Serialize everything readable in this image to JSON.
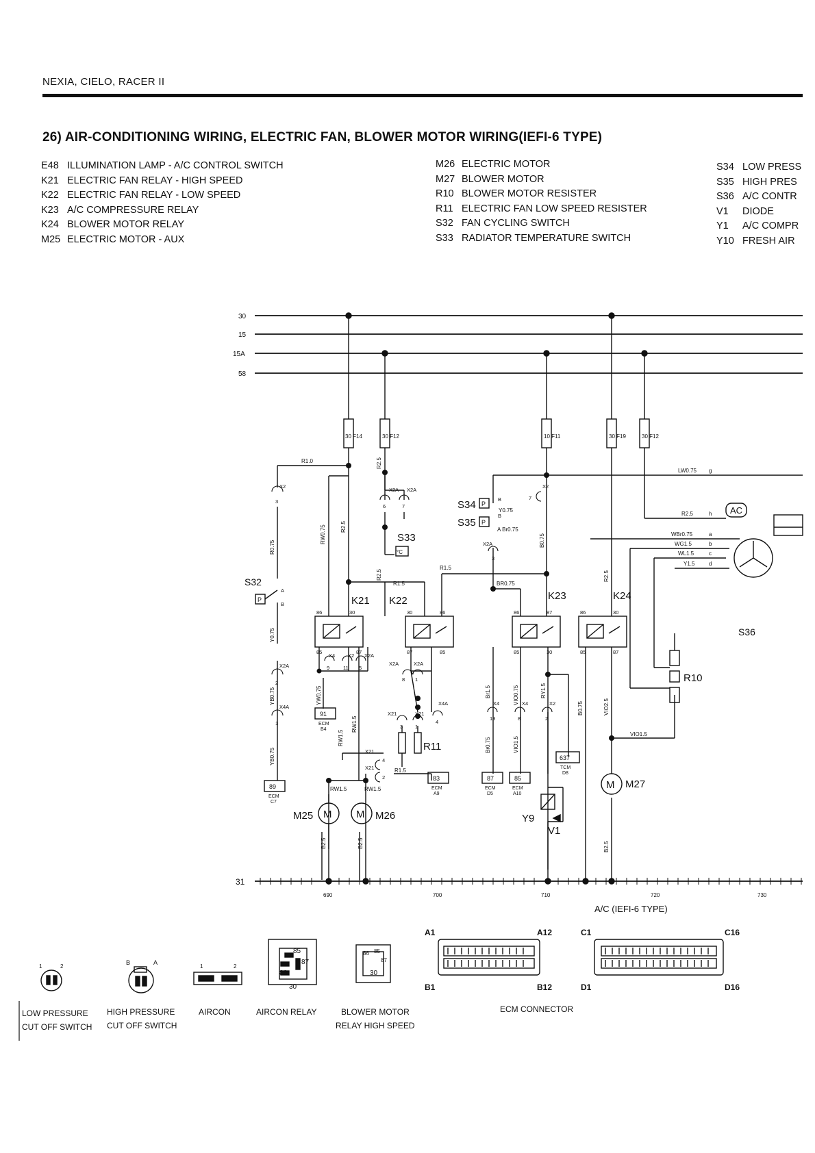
{
  "header": {
    "model": "NEXIA, CIELO, RACER II"
  },
  "title": "26) AIR-CONDITIONING WIRING, ELECTRIC FAN, BLOWER MOTOR WIRING(IEFI-6 TYPE)",
  "legend": {
    "col1": [
      {
        "code": "E48",
        "desc": "ILLUMINATION LAMP - A/C CONTROL SWITCH"
      },
      {
        "code": "K21",
        "desc": "ELECTRIC FAN RELAY - HIGH SPEED"
      },
      {
        "code": "K22",
        "desc": "ELECTRIC FAN RELAY - LOW SPEED"
      },
      {
        "code": "K23",
        "desc": "A/C COMPRESSURE RELAY"
      },
      {
        "code": "K24",
        "desc": "BLOWER MOTOR RELAY"
      },
      {
        "code": "M25",
        "desc": "ELECTRIC MOTOR - AUX"
      }
    ],
    "col2": [
      {
        "code": "M26",
        "desc": "ELECTRIC MOTOR"
      },
      {
        "code": "M27",
        "desc": "BLOWER MOTOR"
      },
      {
        "code": "R10",
        "desc": "BLOWER MOTOR RESISTER"
      },
      {
        "code": "R11",
        "desc": "ELECTRIC FAN LOW SPEED RESISTER"
      },
      {
        "code": "S32",
        "desc": "FAN CYCLING SWITCH"
      },
      {
        "code": "S33",
        "desc": "RADIATOR TEMPERATURE SWITCH"
      }
    ],
    "col3": [
      {
        "code": "S34",
        "desc": "LOW PRESS"
      },
      {
        "code": "S35",
        "desc": "HIGH PRES"
      },
      {
        "code": "S36",
        "desc": "A/C CONTR"
      },
      {
        "code": "V1",
        "desc": "DIODE"
      },
      {
        "code": "Y1",
        "desc": "A/C COMPR"
      },
      {
        "code": "Y10",
        "desc": "FRESH AIR"
      }
    ]
  },
  "buses": {
    "b30": "30",
    "b15": "15",
    "b15a": "15A",
    "b58": "58",
    "b31": "31"
  },
  "fuses": {
    "f14": "30 F14",
    "f12a": "30 F12",
    "f11": "10 F11",
    "f19": "30 F19",
    "f12b": "30 F12"
  },
  "components": {
    "k21": "K21",
    "k22": "K22",
    "k23": "K23",
    "k24": "K24",
    "s32": "S32",
    "s33": "S33",
    "s34": "S34",
    "s35": "S35",
    "s36": "S36",
    "m25": "M25",
    "m26": "M26",
    "m27": "M27",
    "r10": "R10",
    "r11": "R11",
    "y9": "Y9",
    "v1": "V1",
    "ac": "AC",
    "m_symbol": "M",
    "p_symbol": "P",
    "degc": "°C",
    "pin_a": "A",
    "pin_b": "B"
  },
  "ecm": {
    "label": "ECM",
    "tcm_label": "TCM",
    "c7": "89",
    "c7_pin": "C7",
    "b4": "91",
    "b4_pin": "B4",
    "a9": "83",
    "a9_pin": "A9",
    "d5": "87",
    "d5_pin": "D5",
    "a10": "85",
    "a10_pin": "A10",
    "d8": "637",
    "d8_pin": "D8"
  },
  "wires": {
    "r10_top": "R1.0",
    "r25": "R2.5",
    "rw075": "RW0.75",
    "r075": "R0.75",
    "y075": "Y0.75",
    "yb075a": "YB0.75",
    "yb075b": "YB0.75",
    "yw075": "YW0.75",
    "rw15a": "RW1.5",
    "rw15b": "RW1.5",
    "rw15c": "RW1.5",
    "rw15d": "RW1.5",
    "r15a": "R1.5",
    "r15b": "R1.5",
    "r15c": "R1.5",
    "r25b": "R2.5",
    "r25c": "R2.5",
    "yo75": "Y0.75",
    "abr075": "A Br0.75",
    "bro75": "BR0.75",
    "b075": "B0.75",
    "br15": "Br1.5",
    "br075": "Br0.75",
    "vio075": "VIO0.75",
    "vio15": "VIO1.5",
    "ry15": "RY1.5",
    "lw075": "LW0.75",
    "r25h": "R2.5",
    "wbr075": "WBr0.75",
    "wg15": "WG1.5",
    "wl15": "WL1.5",
    "y15": "Y1.5",
    "vio25": "VIO2.5",
    "vio15b": "VIO1.5",
    "b25a": "B2.5",
    "b25b": "B2.5",
    "b25c": "B2.5",
    "bo075": "B0.75"
  },
  "connectors": {
    "x2": "X2",
    "x2a": "X2A",
    "x4": "X4",
    "x4a": "X4A",
    "x21": "X21"
  },
  "pins": {
    "p1": "1",
    "p2": "2",
    "p3": "3",
    "p4": "4",
    "p5": "5",
    "p6": "6",
    "p7": "7",
    "p8": "8",
    "p9": "9",
    "p11": "11",
    "p13": "13",
    "t30": "30",
    "t85": "85",
    "t86": "86",
    "t87": "87",
    "g": "g",
    "h": "h",
    "a": "a",
    "b": "b",
    "c": "c",
    "d": "d"
  },
  "grid": {
    "g690": "690",
    "g700": "700",
    "g710": "710",
    "g720": "720",
    "g730": "730"
  },
  "subtitle": "A/C (IEFI-6 TYPE)",
  "bottom": {
    "low_pressure": [
      "LOW PRESSURE",
      "CUT OFF SWITCH"
    ],
    "high_pressure": [
      "HIGH PRESSURE",
      "CUT OFF SWITCH"
    ],
    "aircon": "AIRCON",
    "aircon_relay": "AIRCON RELAY",
    "blower_relay": [
      "BLOWER MOTOR",
      "RELAY HIGH SPEED"
    ],
    "ecm_connector": "ECM CONNECTOR",
    "a1": "A1",
    "a12": "A12",
    "b1": "B1",
    "b12": "B12",
    "c1": "C1",
    "c16": "C16",
    "d1": "D1",
    "d16": "D16"
  }
}
